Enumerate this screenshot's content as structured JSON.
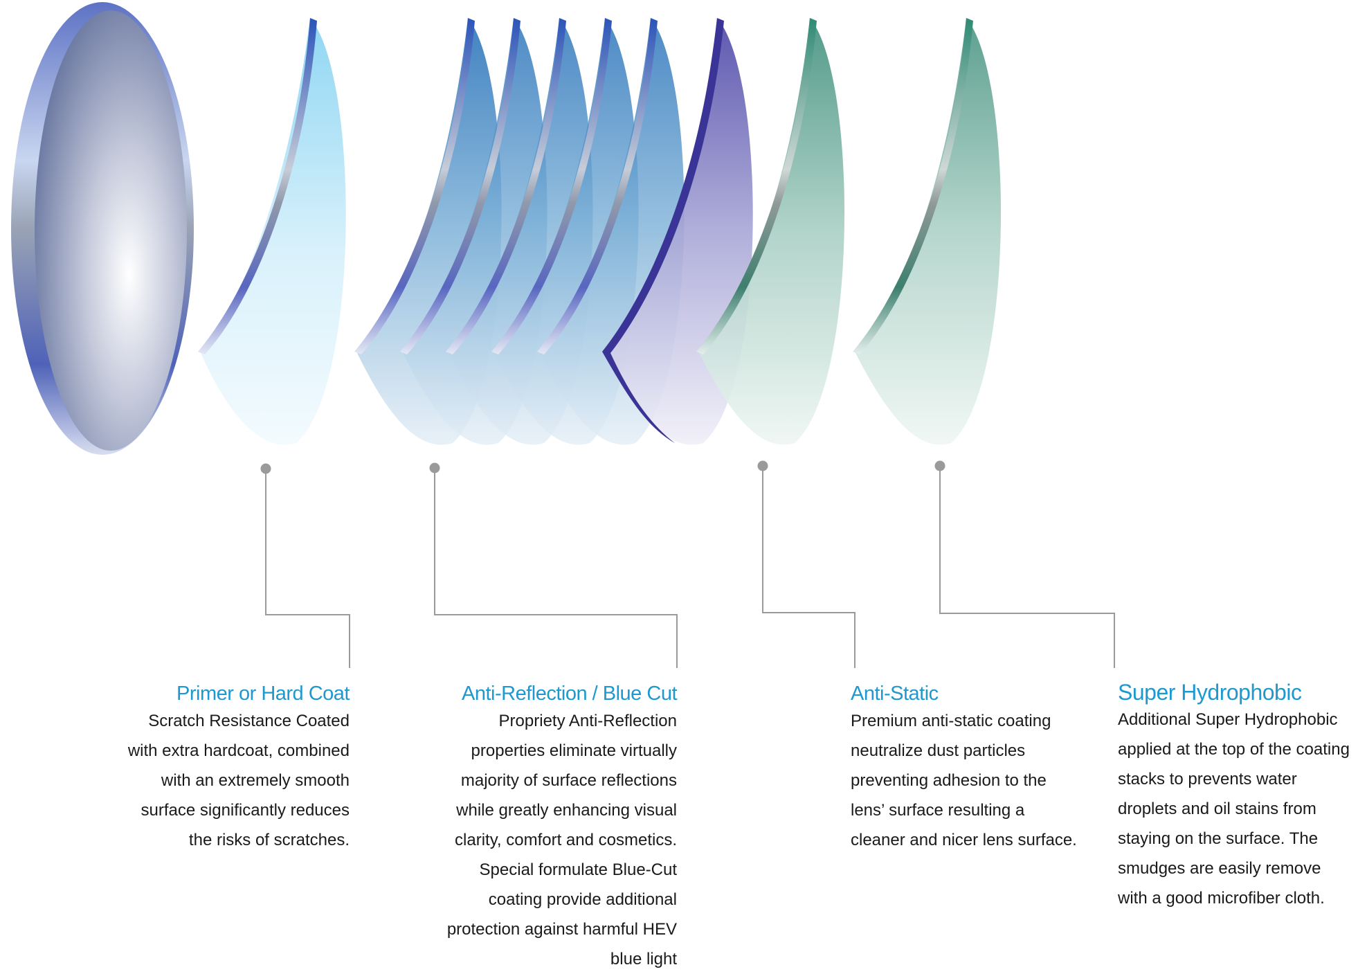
{
  "colors": {
    "title_blue": "#1e98cf",
    "leader_gray": "#9a9a9a",
    "base_lens": "#8e99b8",
    "hardcoat": "#9fdcf4",
    "ar_blue": "#2f7fc0",
    "blue_cut_purple": "#4a3ea8",
    "anti_static_green": "#4e9a86",
    "hydrophobic_green": "#4e9a86"
  },
  "layers": [
    {
      "title": "Primer or Hard Coat",
      "description": [
        "Scratch Resistance Coated",
        "with extra hardcoat, combined",
        "with an extremely smooth",
        "surface significantly reduces",
        "the risks of scratches."
      ]
    },
    {
      "title": "Anti-Reflection / Blue Cut",
      "description": [
        "Propriety Anti-Reflection",
        "properties eliminate virtually",
        "majority of surface reflections",
        "while greatly enhancing visual",
        "clarity, comfort and cosmetics.",
        "Special formulate Blue-Cut",
        "coating provide additional",
        "protection against harmful HEV",
        "blue light"
      ]
    },
    {
      "title": "Anti-Static",
      "description": [
        "Premium anti-static coating",
        "neutralize dust particles",
        "preventing adhesion to the",
        "lens’ surface resulting a",
        "cleaner and nicer lens surface."
      ]
    },
    {
      "title": "Super Hydrophobic",
      "description": [
        "Additional Super Hydrophobic",
        "applied at the top of the coating",
        "stacks to prevents water",
        "droplets and oil stains from",
        "staying on the surface. The",
        "smudges are easily remove",
        "with a good microfiber cloth."
      ]
    }
  ]
}
